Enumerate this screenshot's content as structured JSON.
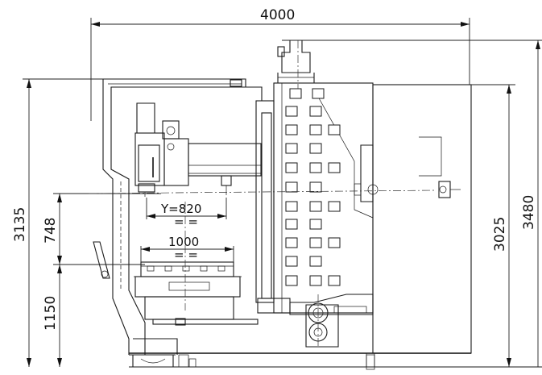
{
  "dimensions": {
    "overall_width": "4000",
    "left_height": "3135",
    "upper_left": "748",
    "lower_left": "1150",
    "y_travel": "Y=820",
    "table_width": "1000",
    "right_inner_height": "3025",
    "right_outer_height": "3480",
    "table_tick": "= ="
  }
}
